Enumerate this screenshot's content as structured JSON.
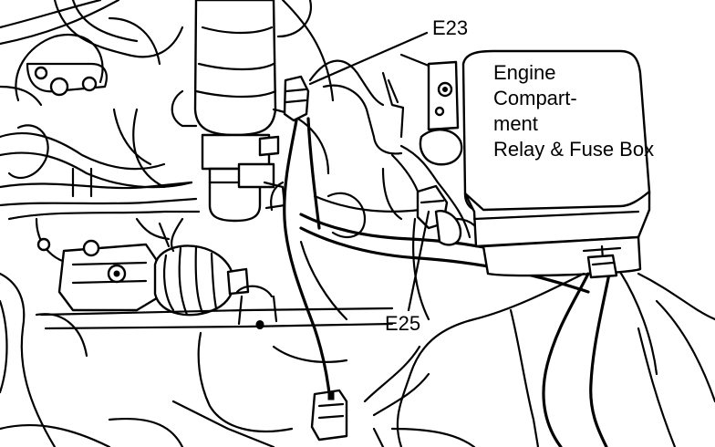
{
  "callouts": {
    "e23": "E23",
    "e25": "E25"
  },
  "relay_box": {
    "line1": "Engine",
    "line2": "Compart-",
    "line3": "ment",
    "line4": "Relay & Fuse Box"
  },
  "colors": {
    "ink": "#000000",
    "paper": "#ffffff"
  }
}
